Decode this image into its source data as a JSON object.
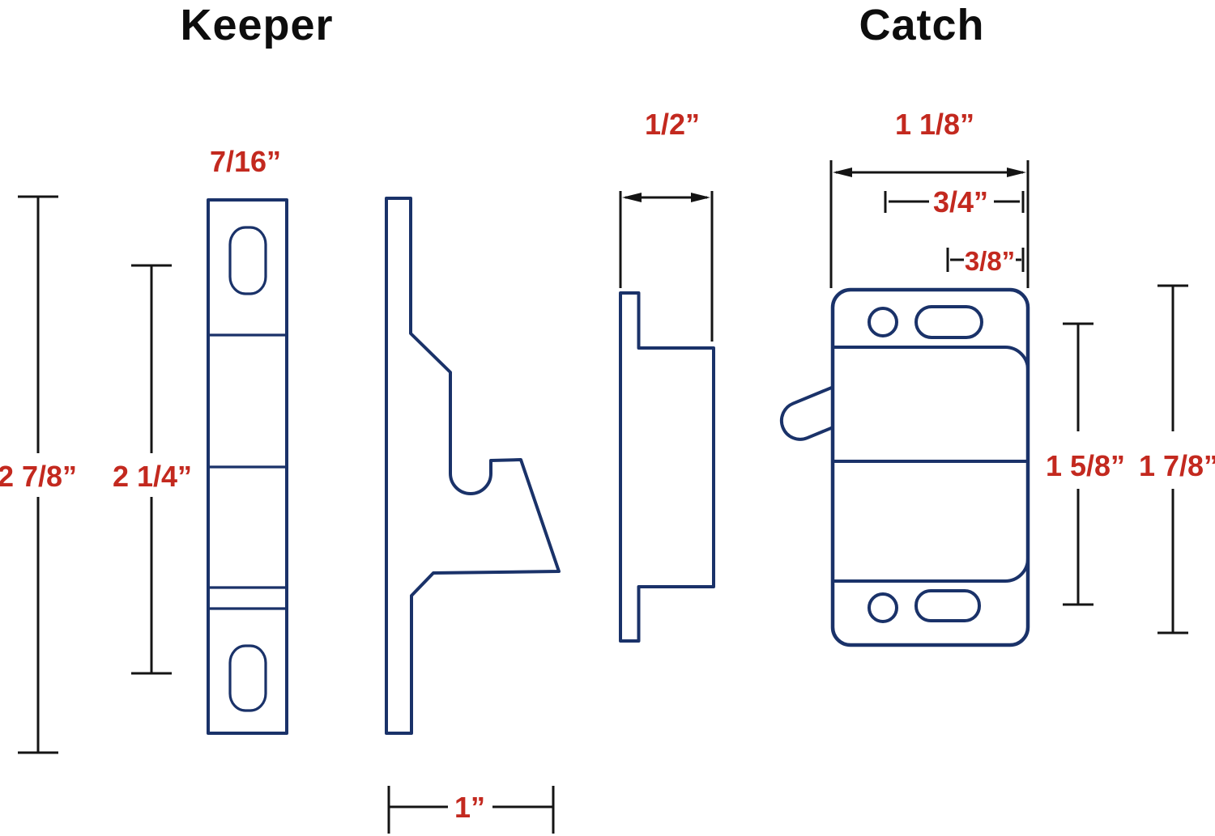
{
  "colors": {
    "background": "#ffffff",
    "outline": "#1a3269",
    "dimension": "#141414",
    "label": "#c3291f",
    "title": "#0d0d0d"
  },
  "keeper": {
    "title": "Keeper",
    "dimensions": {
      "plate_width": "7/16”",
      "overall_height": "2 7/8”",
      "slot_spacing": "2 1/4”",
      "base_depth": "1”"
    }
  },
  "catch": {
    "title": "Catch",
    "dimensions": {
      "plate_depth": "1/2”",
      "overall_width": "1 1/8”",
      "round_hole_offset": "3/4”",
      "slot_hole_offset": "3/8”",
      "hole_spacing": "1 5/8”",
      "overall_height": "1 7/8”"
    }
  }
}
